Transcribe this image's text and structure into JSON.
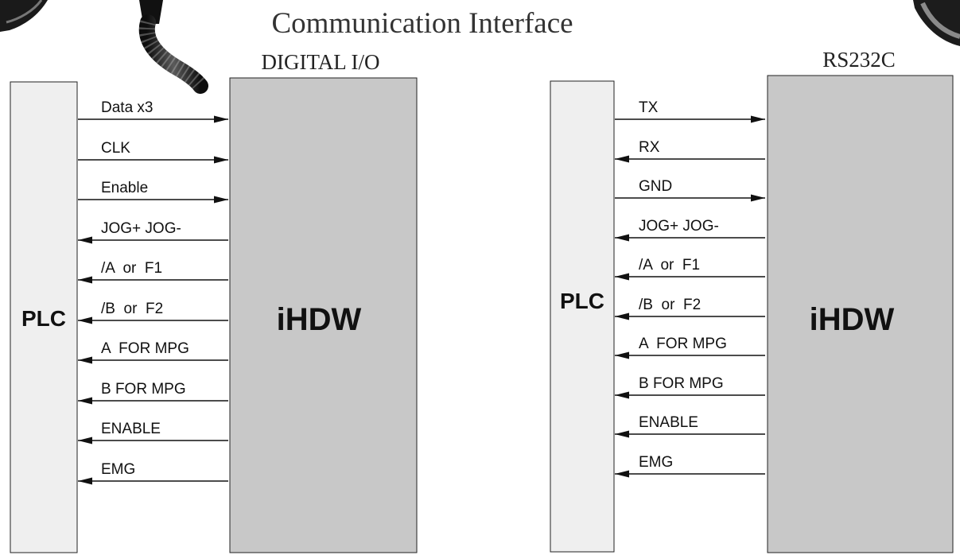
{
  "title": "Communication Interface",
  "colors": {
    "background": "#ffffff",
    "plc_box": "#efefef",
    "ihdw_box": "#c8c8c8",
    "line": "#111111",
    "device_dark": "#1c1c1c",
    "device_ring": "#9a9a9a"
  },
  "decorations": {
    "left": "mpg-handwheel-with-cable-image",
    "right": "mpg-handwheel-edge-image"
  },
  "panels": [
    {
      "id": "digital-io",
      "heading": "DIGITAL I/O",
      "plc_label": "PLC",
      "device_label": "iHDW",
      "signals": [
        {
          "label": "Data x3",
          "direction": "to-device"
        },
        {
          "label": "CLK",
          "direction": "to-device"
        },
        {
          "label": "Enable",
          "direction": "to-device"
        },
        {
          "label": "JOG+ JOG-",
          "direction": "to-plc"
        },
        {
          "label": "/A  or  F1",
          "direction": "to-plc"
        },
        {
          "label": "/B  or  F2",
          "direction": "to-plc"
        },
        {
          "label": "A  FOR MPG",
          "direction": "to-plc"
        },
        {
          "label": "B FOR MPG",
          "direction": "to-plc"
        },
        {
          "label": "ENABLE",
          "direction": "to-plc"
        },
        {
          "label": "EMG",
          "direction": "to-plc"
        }
      ]
    },
    {
      "id": "rs232c",
      "heading": "RS232C",
      "plc_label": "PLC",
      "device_label": "iHDW",
      "signals": [
        {
          "label": "TX",
          "direction": "to-device"
        },
        {
          "label": "RX",
          "direction": "to-plc"
        },
        {
          "label": "GND",
          "direction": "to-device"
        },
        {
          "label": "JOG+ JOG-",
          "direction": "to-plc"
        },
        {
          "label": "/A  or  F1",
          "direction": "to-plc"
        },
        {
          "label": "/B  or  F2",
          "direction": "to-plc"
        },
        {
          "label": "A  FOR MPG",
          "direction": "to-plc"
        },
        {
          "label": "B FOR MPG",
          "direction": "to-plc"
        },
        {
          "label": "ENABLE",
          "direction": "to-plc"
        },
        {
          "label": "EMG",
          "direction": "to-plc"
        }
      ]
    }
  ]
}
